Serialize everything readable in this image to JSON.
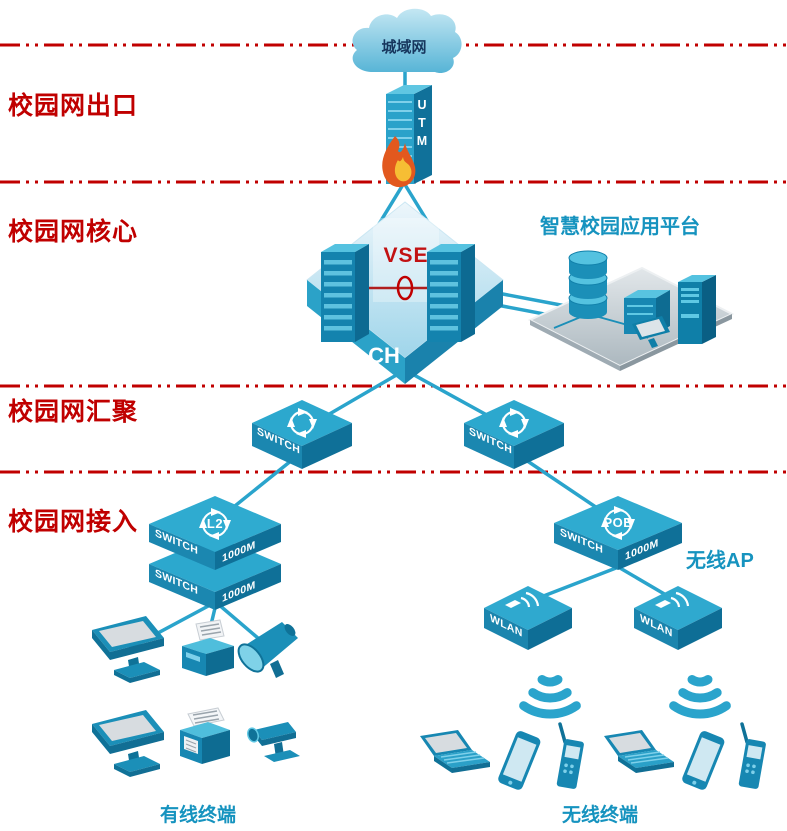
{
  "colors": {
    "accent_teal": "#1B96C0",
    "teal_dark": "#0F7098",
    "teal_light": "#6FCCE6",
    "separator_red": "#C00000",
    "zone_label_red": "#C00000",
    "platform_gray": "#C6CDD2",
    "flame_orange": "#E2581E",
    "flame_yellow": "#F6BE34"
  },
  "zones": {
    "exit_label": "校园网出口",
    "core_label": "校园网核心",
    "aggregation_label": "校园网汇聚",
    "access_label": "校园网接入"
  },
  "nodes": {
    "wan_cloud_label": "城域网",
    "utm_label": "UTM",
    "core_vse_label": "VSE",
    "core_ch_label": "CH",
    "app_platform_title": "智慧校园应用平台",
    "agg_switch_left_label": "SWITCH",
    "agg_switch_right_label": "SWITCH",
    "access_wired": {
      "badge": "L2",
      "unit1_name": "SWITCH",
      "unit1_speed": "1000M",
      "unit2_name": "SWITCH",
      "unit2_speed": "1000M"
    },
    "access_wireless": {
      "badge": "POE",
      "unit_name": "SWITCH",
      "unit_speed": "1000M"
    },
    "wireless_ap_label": "无线AP",
    "wlan_left_label": "WLAN",
    "wlan_right_label": "WLAN"
  },
  "terminals": {
    "wired_group_label": "有线终端",
    "wireless_group_label": "无线终端"
  },
  "connections": [
    {
      "from": "wan_cloud",
      "to": "utm"
    },
    {
      "from": "utm",
      "to": "core"
    },
    {
      "from": "core",
      "to": "app_platform"
    },
    {
      "from": "core",
      "to": "agg_switch_left"
    },
    {
      "from": "core",
      "to": "agg_switch_right"
    },
    {
      "from": "agg_switch_left",
      "to": "access_switch_wired"
    },
    {
      "from": "agg_switch_right",
      "to": "access_switch_wireless"
    },
    {
      "from": "access_switch_wired",
      "to": "wired_terminals"
    },
    {
      "from": "access_switch_wireless",
      "to": "wlan_ap_left"
    },
    {
      "from": "access_switch_wireless",
      "to": "wlan_ap_right"
    }
  ]
}
